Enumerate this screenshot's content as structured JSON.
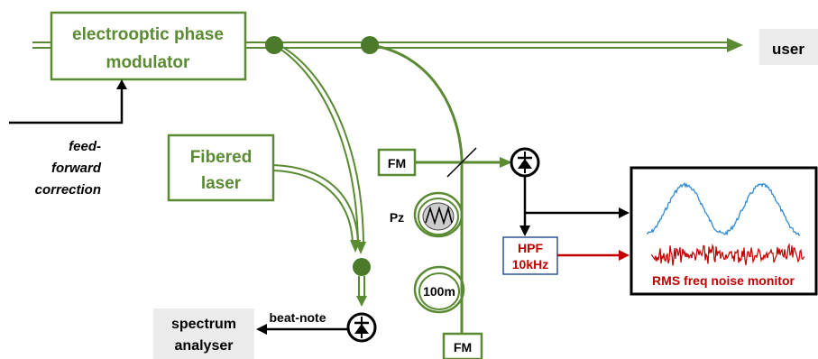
{
  "colors": {
    "fiber": "#5a8a32",
    "node": "#4a7a2a",
    "box_stroke": "#5a8a32",
    "text_green": "#5a8a32",
    "hpf": "#c00000",
    "hpf_border": "#2f5597",
    "wave_blue": "#2e8bd6",
    "wave_red": "#c00000",
    "gray_box": "#ebebeb",
    "black": "#000000"
  },
  "modulator": {
    "line1": "electrooptic phase",
    "line2": "modulator"
  },
  "laser": {
    "line1": "Fibered",
    "line2": "laser"
  },
  "user": {
    "label": "user"
  },
  "feedforward": {
    "line1": "feed-",
    "line2": "forward",
    "line3": "correction"
  },
  "fm_top": {
    "label": "FM"
  },
  "fm_bottom": {
    "label": "FM"
  },
  "pz": {
    "label": "Pz"
  },
  "delay": {
    "label": "100m"
  },
  "hpf": {
    "line1": "HPF",
    "line2": "10kHz"
  },
  "monitor": {
    "label": "RMS freq noise monitor"
  },
  "beatnote": {
    "label": "beat-note"
  },
  "spectrum": {
    "line1": "spectrum",
    "line2": "analyser"
  },
  "icons": {
    "photodiode": "photodiode-icon",
    "coupler": "fiber-coupler-icon",
    "splitter": "beam-splitter-icon"
  }
}
